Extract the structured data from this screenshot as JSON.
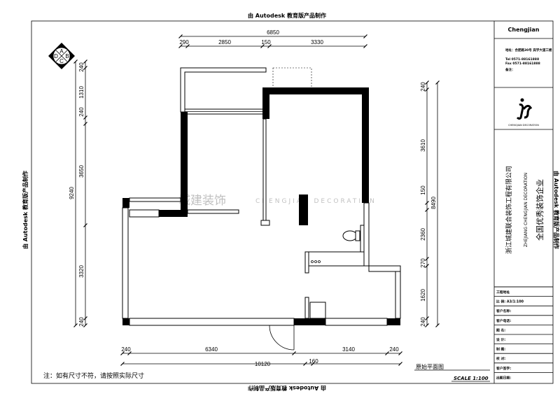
{
  "edu_watermark": "由 Autodesk 教育版产品制作",
  "drawing_title": "原始平面图",
  "scale_label": "SCALE 1:100",
  "note": "注：如有尺寸不符，请按照实际尺寸",
  "compass": {
    "a": "A",
    "b": "B",
    "c": "C",
    "d": "D"
  },
  "logo_watermark": {
    "cn": "城建装饰",
    "en": "CHENGJIAN DECORATION"
  },
  "dimensions": {
    "top_total": "6850",
    "top": [
      "290",
      "2850",
      "150",
      "3330"
    ],
    "left_total": "9240",
    "left": [
      "240",
      "1310",
      "240",
      "3650",
      "3320",
      "240"
    ],
    "right_total": "8490",
    "right": [
      "240",
      "3610",
      "150",
      "2360",
      "270",
      "1620",
      "240"
    ],
    "bottom": [
      "240",
      "6340",
      "3140",
      "240"
    ],
    "bottom_total": "10120",
    "bottom_extra": "160"
  },
  "title_block": {
    "brand": "Chengjian",
    "address": "地址：合肥路30号 宾学大道三楼",
    "tel": "Tel 0571-88161888",
    "fax": "Fax 0571-88161888",
    "remark": "备注：",
    "logo_caption": "CHENGJIAN DECORATION",
    "company_cn": "浙江城建联合装饰工程有限公司",
    "company_en": "ZHEJIANG CHENGJIAN DECORATION",
    "slogan": "全国优秀装饰企业",
    "rows": [
      "工程地址",
      "比 例:  A3/1:100",
      "客户名称:",
      "客户电话:",
      "图 名:",
      "设 计:",
      "制 图:",
      "校 对:",
      "客户签字:",
      "出图日期:"
    ]
  }
}
